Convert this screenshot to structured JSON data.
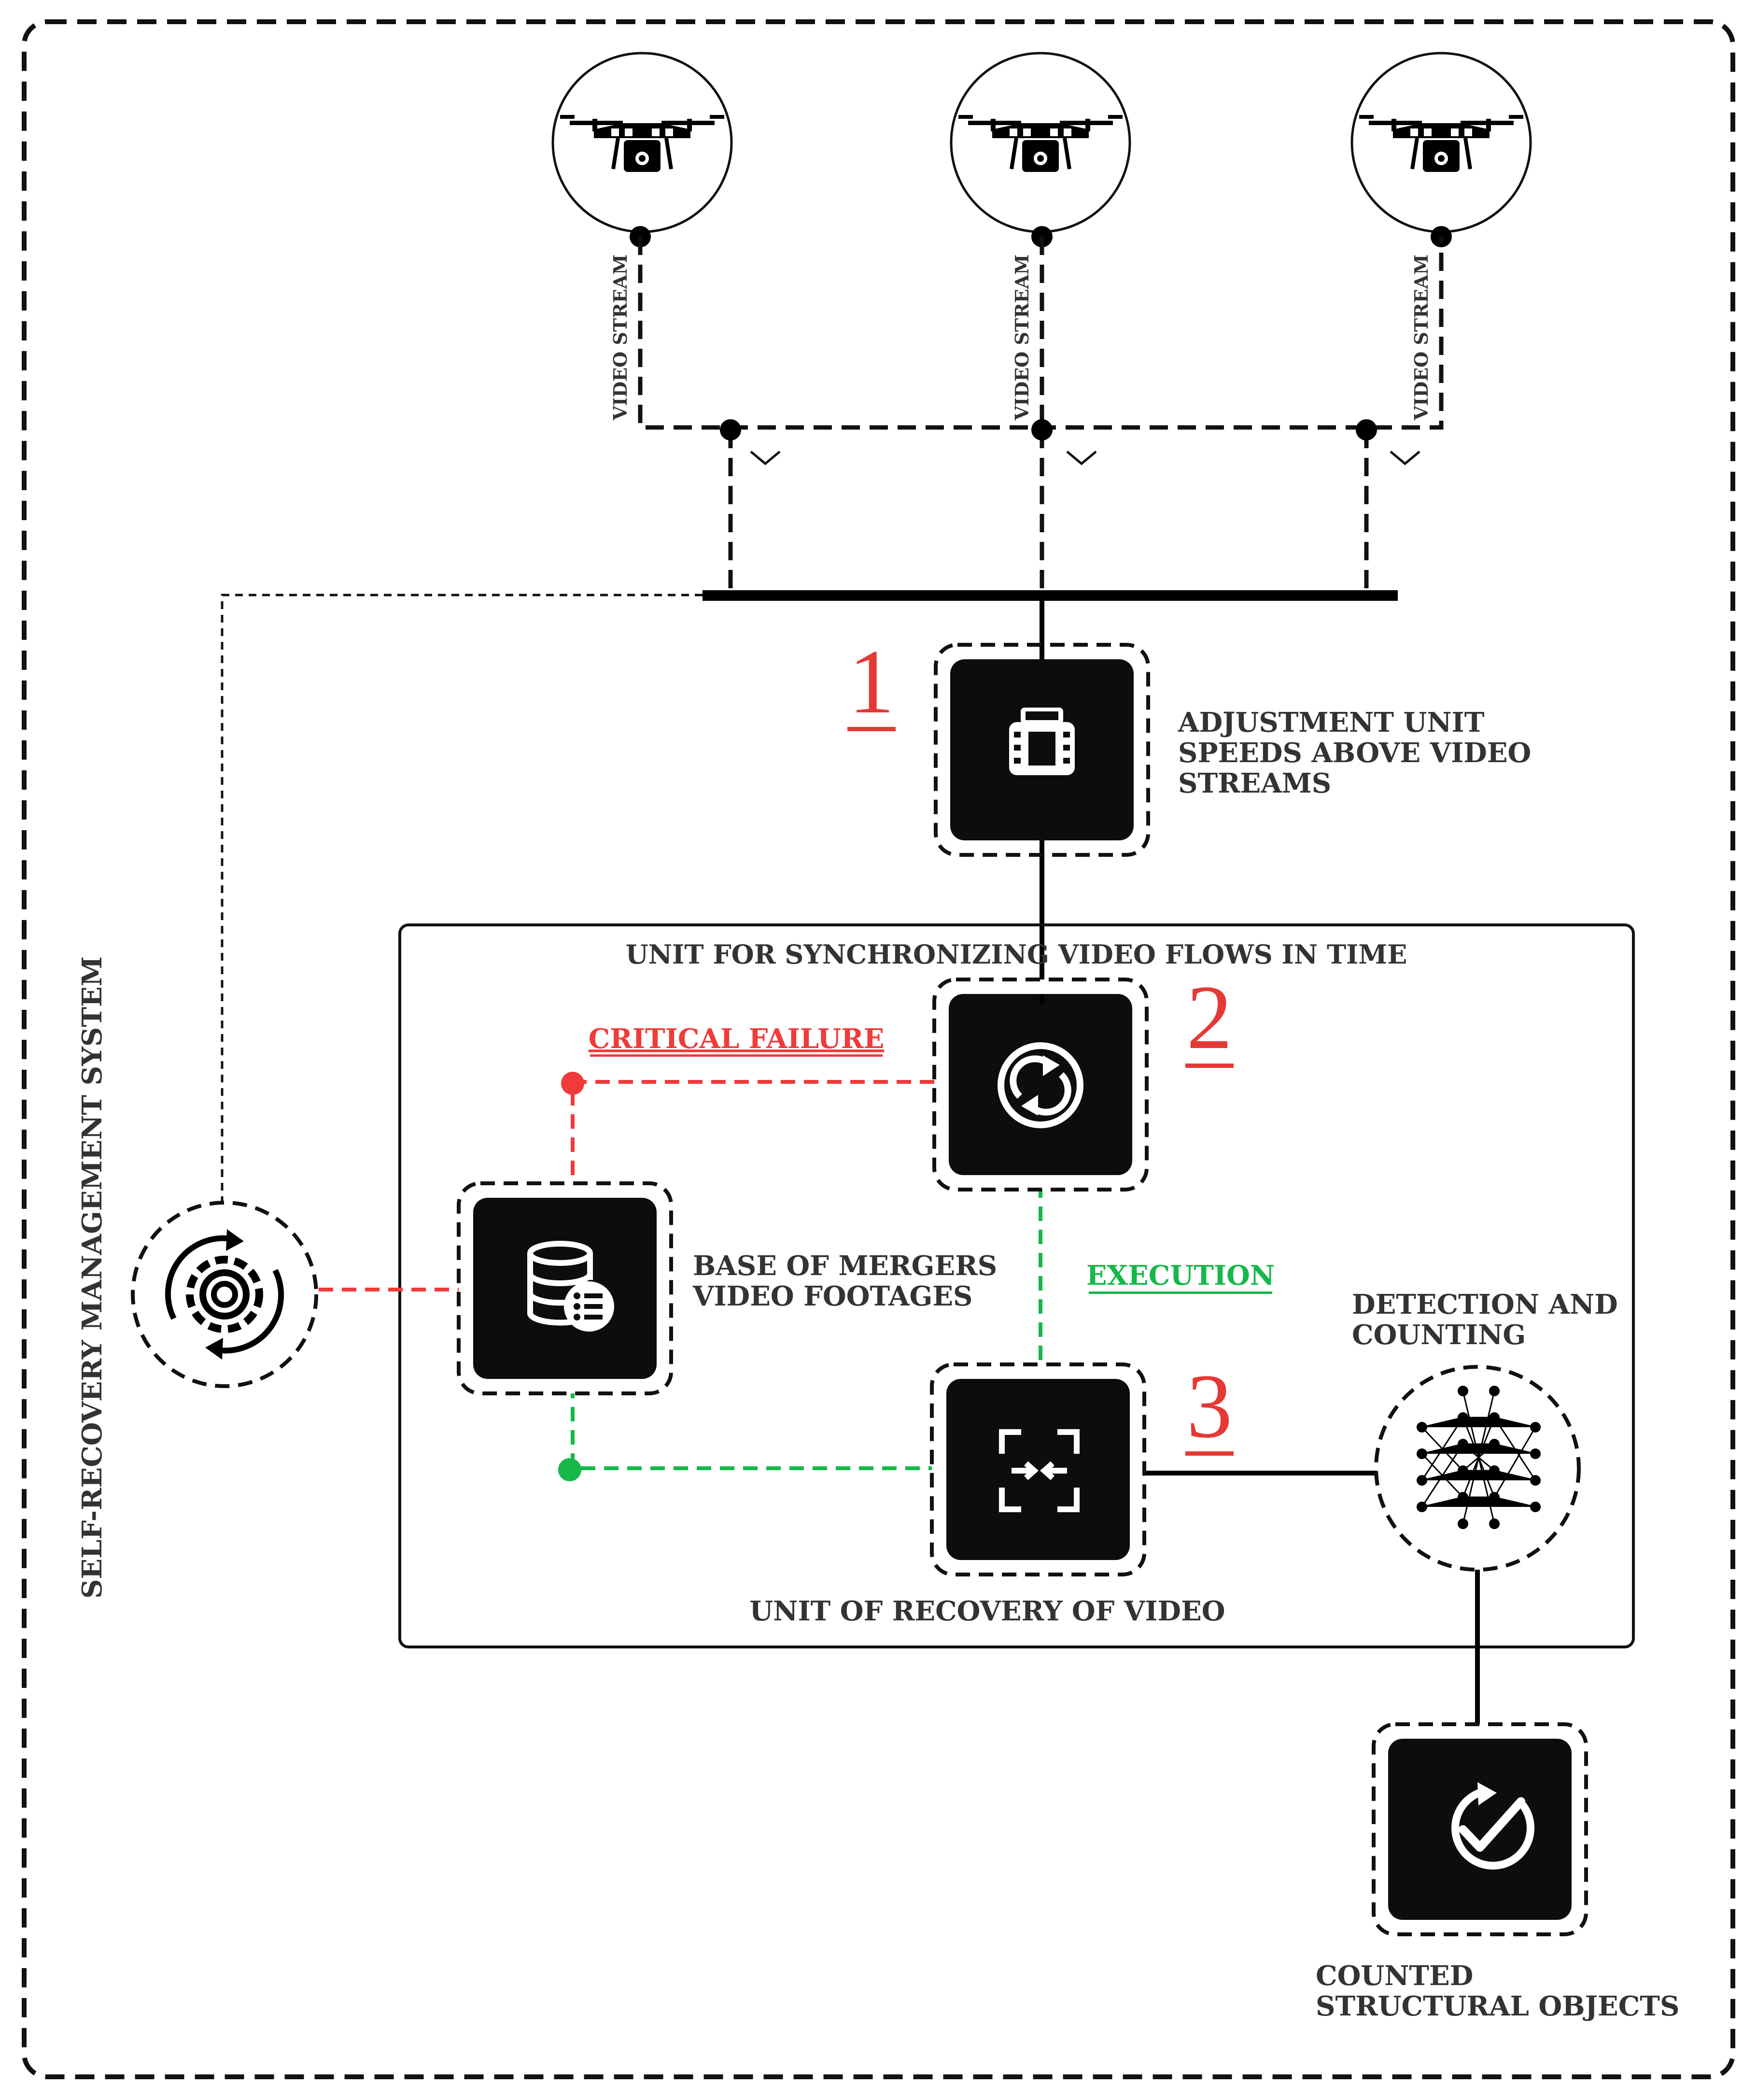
{
  "system": {
    "label": "SELF-RECOVERY MANAGEMENT SYSTEM"
  },
  "streams": [
    {
      "label": "VIDEO STREAM",
      "icon": "drone-icon"
    },
    {
      "label": "VIDEO STREAM",
      "icon": "drone-icon"
    },
    {
      "label": "VIDEO STREAM",
      "icon": "drone-icon"
    }
  ],
  "units": {
    "adjustment": {
      "number": "1",
      "label_lines": [
        "ADJUSTMENT UNIT",
        "SPEEDS ABOVE VIDEO",
        "STREAMS"
      ],
      "icon": "film-icon"
    },
    "sync_block": {
      "title": "UNIT FOR SYNCHRONIZING VIDEO FLOWS IN TIME"
    },
    "synchronization": {
      "number": "2",
      "icon": "sync-icon"
    },
    "base": {
      "label_lines": [
        "BASE OF MERGERS",
        "VIDEO FOOTAGES"
      ],
      "icon": "database-icon"
    },
    "recovery": {
      "number": "3",
      "label": "UNIT OF RECOVERY OF VIDEO",
      "icon": "merge-arrows-icon"
    },
    "detection": {
      "label_lines": [
        "DETECTION AND",
        "COUNTING"
      ],
      "icon": "neural-network-icon"
    },
    "counted": {
      "label_lines": [
        "COUNTED",
        "STRUCTURAL OBJECTS"
      ],
      "icon": "check-cycle-icon"
    }
  },
  "links": {
    "critical_failure": "CRITICAL FAILURE",
    "execution": "EXECUTION"
  },
  "colors": {
    "failure": "#ef3b3b",
    "execution": "#16b84a",
    "box": "#0d0d0d",
    "text": "#333333",
    "number": "#e53935"
  }
}
